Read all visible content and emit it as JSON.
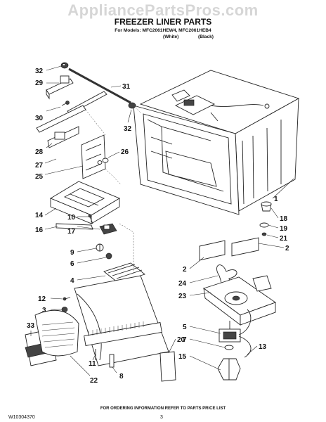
{
  "watermark": "AppliancePartsPros.com",
  "header": {
    "title": "FREEZER LINER PARTS",
    "models_line": "For Models: MFC2061HEW4, MFC2061HEB4",
    "variant_white": "(White)",
    "variant_black": "(Black)"
  },
  "callouts": {
    "c32a": "32",
    "c29": "29",
    "c30": "30",
    "c31": "31",
    "c32b": "32",
    "c28": "28",
    "c27": "27",
    "c26": "26",
    "c25": "25",
    "c14": "14",
    "c16": "16",
    "c10": "10",
    "c17": "17",
    "c9": "9",
    "c6": "6",
    "c4": "4",
    "c12": "12",
    "c3": "3",
    "c33": "33",
    "c22": "22",
    "c11": "11",
    "c8": "8",
    "c20": "20",
    "c1": "1",
    "c18": "18",
    "c19": "19",
    "c21": "21",
    "c2a": "2",
    "c2b": "2",
    "c24": "24",
    "c23": "23",
    "c5": "5",
    "c7": "7",
    "c13": "13",
    "c15": "15"
  },
  "footer": {
    "note": "FOR ORDERING INFORMATION REFER TO PARTS PRICE LIST",
    "doc_number": "W10304370",
    "page_number": "3"
  }
}
